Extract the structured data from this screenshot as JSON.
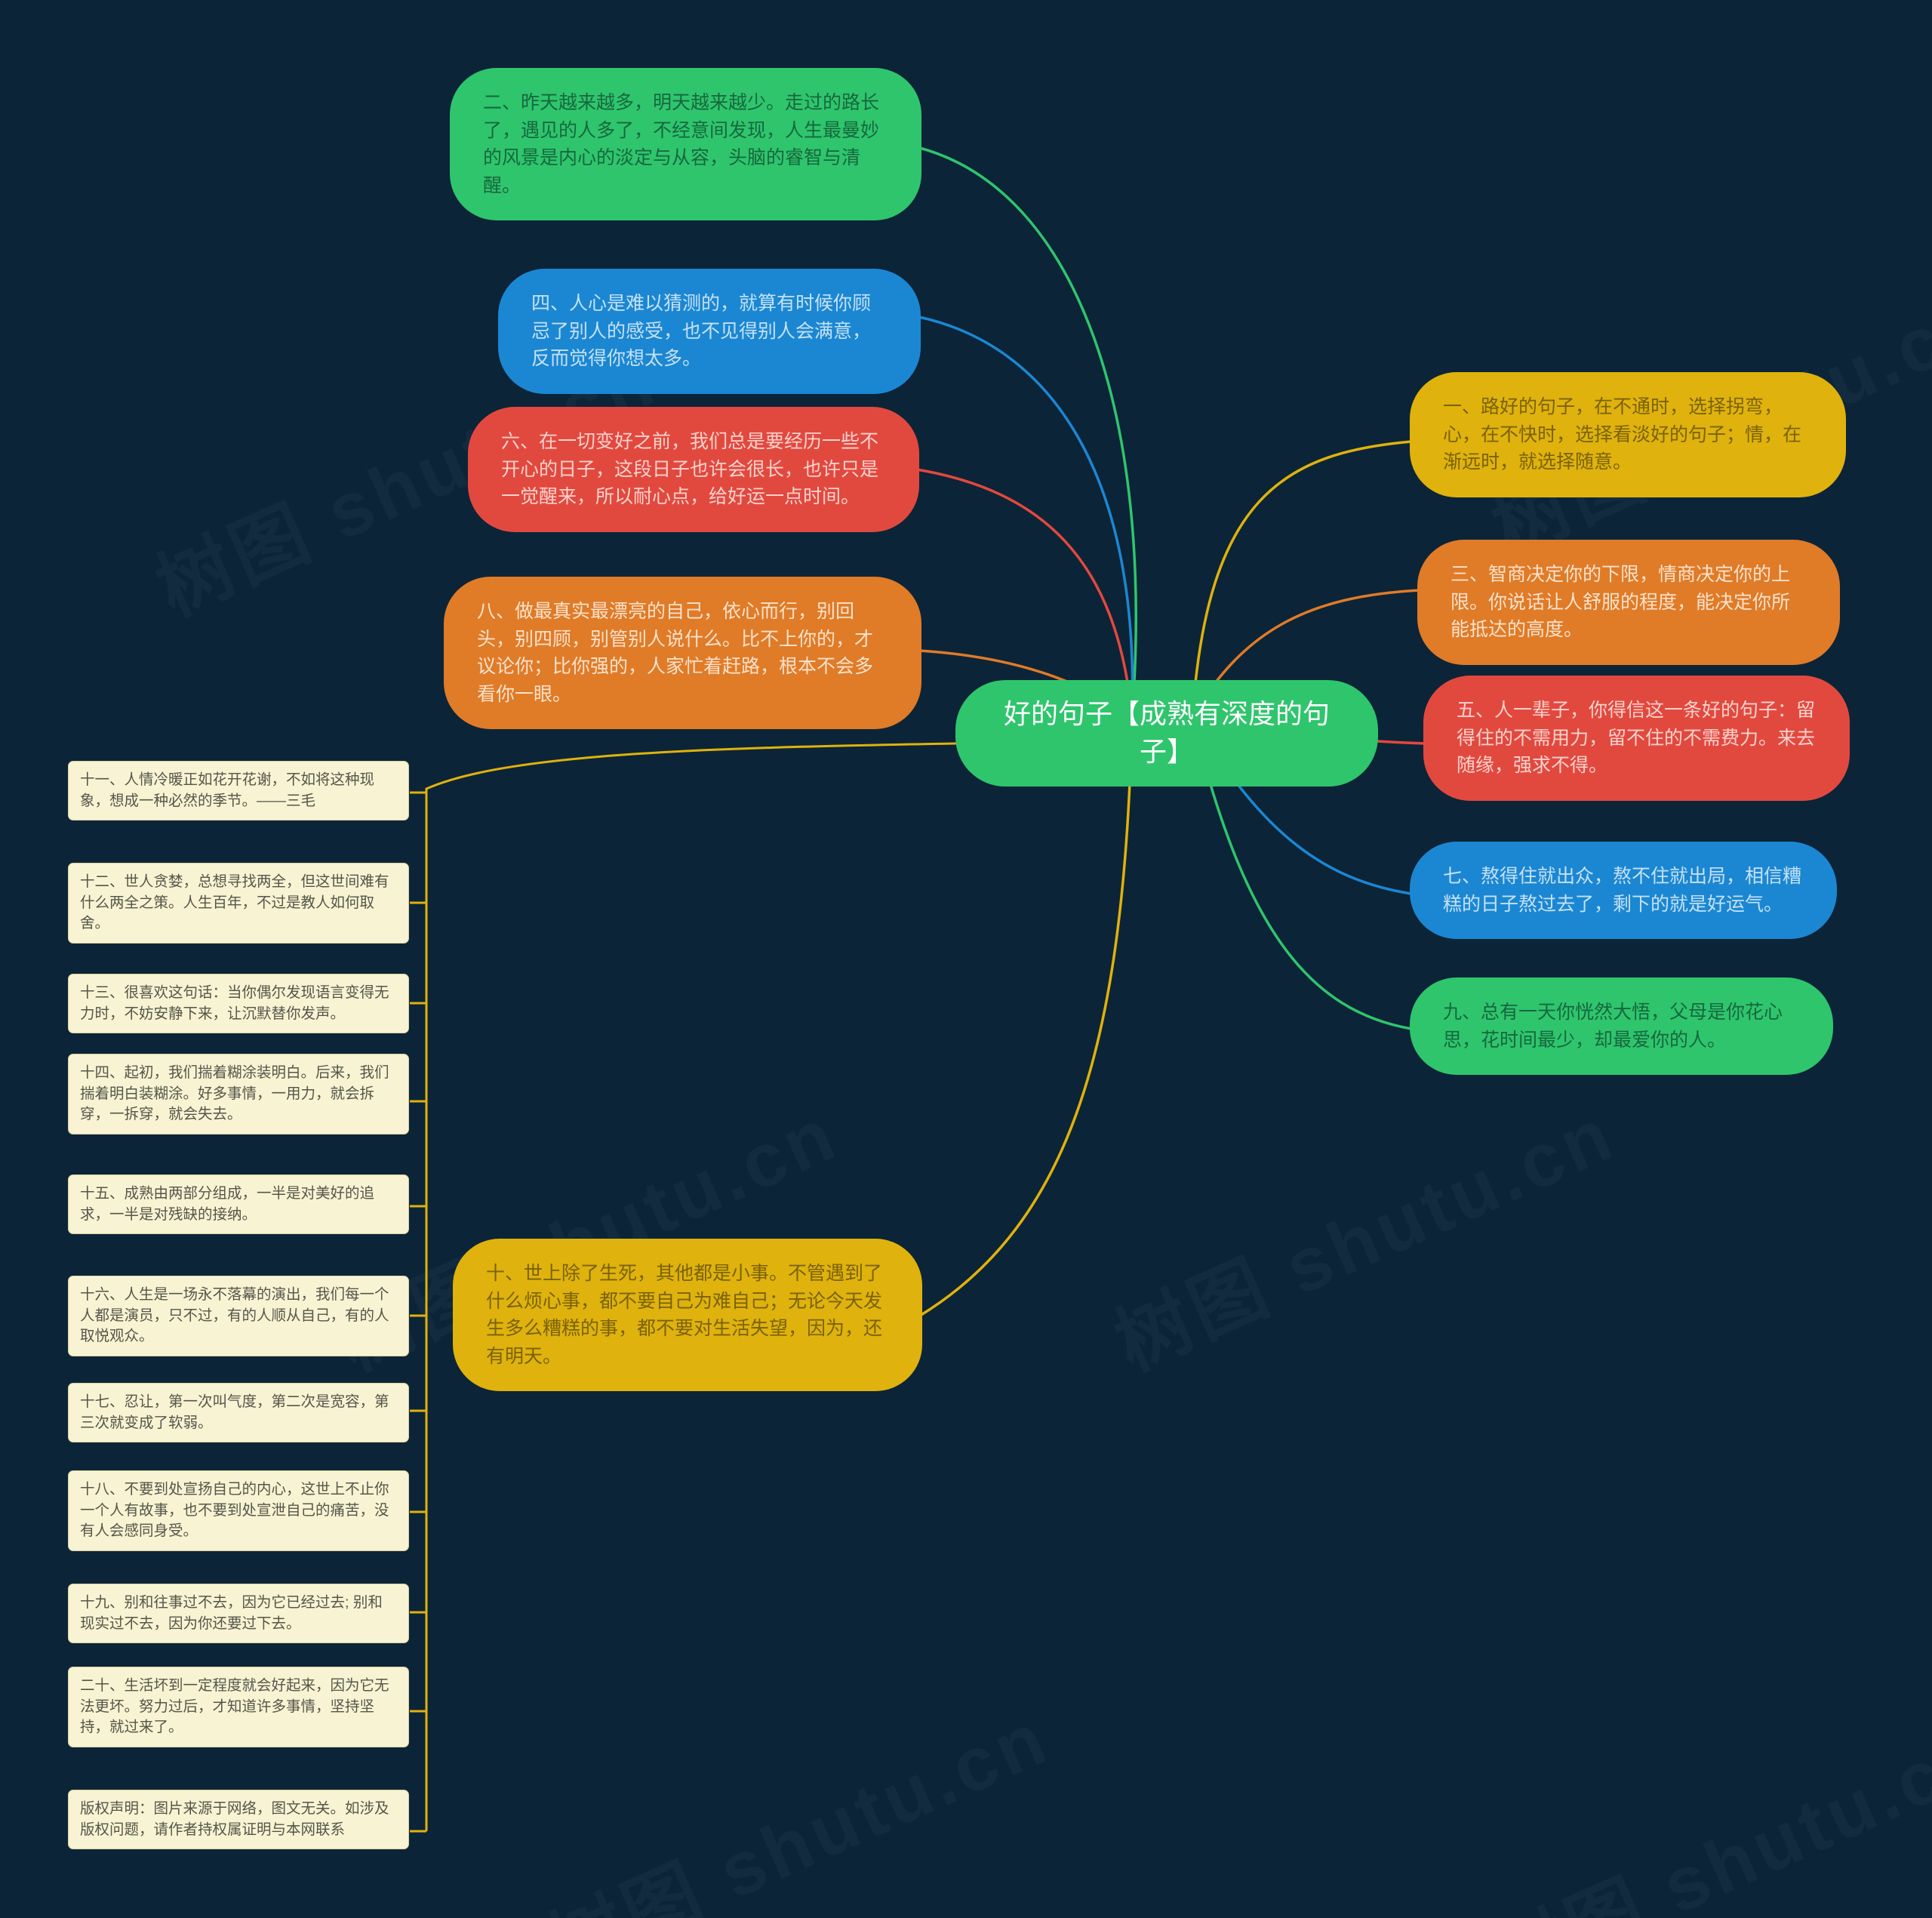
{
  "watermark": {
    "text": "树图 shutu.cn"
  },
  "colors": {
    "background": "#0c2437",
    "green": "#2fc56d",
    "blue": "#1b87d3",
    "red": "#e2493e",
    "orange": "#e07b28",
    "yellow": "#dfb20d",
    "note_background": "#f8f3d3"
  },
  "center": {
    "label": "好的句子【成熟有深度的句子】",
    "color": "#2fc56d"
  },
  "branches": {
    "n1": {
      "label": "一、路好的句子，在不通时，选择拐弯，心，在不快时，选择看淡好的句子；情，在渐远时，就选择随意。",
      "color": "#dfb20d"
    },
    "n2": {
      "label": "二、昨天越来越多，明天越来越少。走过的路长了，遇见的人多了，不经意间发现，人生最曼妙的风景是内心的淡定与从容，头脑的睿智与清醒。",
      "color": "#2fc56d"
    },
    "n3": {
      "label": "三、智商决定你的下限，情商决定你的上限。你说话让人舒服的程度，能决定你所能抵达的高度。",
      "color": "#e07b28"
    },
    "n4": {
      "label": "四、人心是难以猜测的，就算有时候你顾忌了别人的感受，也不见得别人会满意，反而觉得你想太多。",
      "color": "#1b87d3"
    },
    "n5": {
      "label": "五、人一辈子，你得信这一条好的句子：留得住的不需用力，留不住的不需费力。来去随缘，强求不得。",
      "color": "#e2493e"
    },
    "n6": {
      "label": "六、在一切变好之前，我们总是要经历一些不开心的日子，这段日子也许会很长，也许只是一觉醒来，所以耐心点，给好运一点时间。",
      "color": "#e2493e"
    },
    "n7": {
      "label": "七、熬得住就出众，熬不住就出局，相信糟糕的日子熬过去了，剩下的就是好运气。",
      "color": "#1b87d3"
    },
    "n8": {
      "label": "八、做最真实最漂亮的自己，依心而行，别回头，别四顾，别管别人说什么。比不上你的，才议论你；比你强的，人家忙着赶路，根本不会多看你一眼。",
      "color": "#e07b28"
    },
    "n9": {
      "label": "九、总有一天你恍然大悟，父母是你花心思，花时间最少，却最爱你的人。",
      "color": "#2fc56d"
    },
    "n10": {
      "label": "十、世上除了生死，其他都是小事。不管遇到了什么烦心事，都不要自己为难自己；无论今天发生多么糟糕的事，都不要对生活失望，因为，还有明天。",
      "color": "#dfb20d"
    }
  },
  "notes": {
    "n11": {
      "label": "十一、人情冷暖正如花开花谢，不如将这种现象，想成一种必然的季节。——三毛"
    },
    "n12": {
      "label": "十二、世人贪婪，总想寻找两全，但这世间难有什么两全之策。人生百年，不过是教人如何取舍。"
    },
    "n13": {
      "label": "十三、很喜欢这句话：当你偶尔发现语言变得无力时，不妨安静下来，让沉默替你发声。"
    },
    "n14": {
      "label": "十四、起初，我们揣着糊涂装明白。后来，我们揣着明白装糊涂。好多事情，一用力，就会拆穿，一拆穿，就会失去。"
    },
    "n15": {
      "label": "十五、成熟由两部分组成，一半是对美好的追求，一半是对残缺的接纳。"
    },
    "n16": {
      "label": "十六、人生是一场永不落幕的演出，我们每一个人都是演员，只不过，有的人顺从自己，有的人取悦观众。"
    },
    "n17": {
      "label": "十七、忍让，第一次叫气度，第二次是宽容，第三次就变成了软弱。"
    },
    "n18": {
      "label": "十八、不要到处宣扬自己的内心，这世上不止你一个人有故事，也不要到处宣泄自己的痛苦，没有人会感同身受。"
    },
    "n19": {
      "label": "十九、别和往事过不去，因为它已经过去; 别和现实过不去，因为你还要过下去。"
    },
    "n20": {
      "label": "二十、生活坏到一定程度就会好起来，因为它无法更坏。努力过后，才知道许多事情，坚持坚持，就过来了。"
    },
    "copyright": {
      "label": "版权声明：图片来源于网络，图文无关。如涉及版权问题，请作者持权属证明与本网联系"
    }
  }
}
